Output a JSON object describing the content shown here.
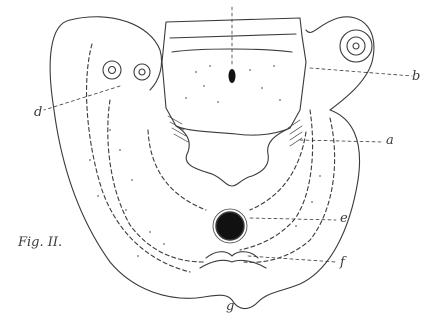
{
  "figure": {
    "caption": "Fig. II.",
    "labels": {
      "a": "a",
      "b": "b",
      "d": "d",
      "e": "e",
      "f": "f",
      "g": "g"
    }
  },
  "colors": {
    "ink": "#3a3a3a",
    "paper": "#ffffff",
    "dark_vessel": "#111111"
  }
}
